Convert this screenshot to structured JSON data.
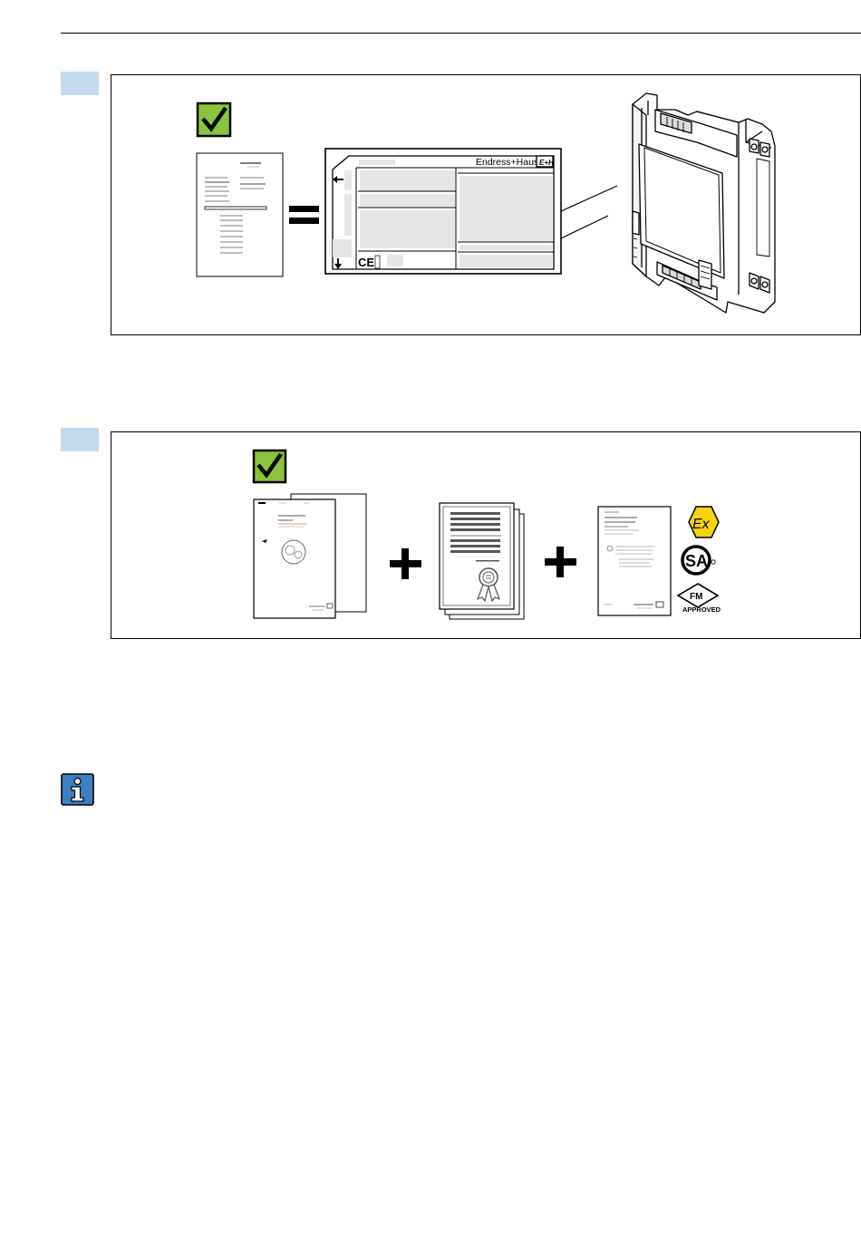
{
  "figure1": {
    "nameplate_brand": "Endress+Hauser",
    "logo_text": "E+H",
    "ce_mark": "CE",
    "icons": [
      "checkmark-icon",
      "document-icon",
      "equals-icon",
      "nameplate-icon",
      "arrow-left-icon",
      "arrow-down-icon",
      "ce-mark-icon",
      "device-icon"
    ]
  },
  "figure2": {
    "fm_label": "FM",
    "fm_approved": "APPROVED",
    "ex_label": "Ex",
    "csa_label": "SA",
    "icons": [
      "checkmark-icon",
      "operating-instructions-icon",
      "plus-icon",
      "certificate-icon",
      "safety-instructions-icon",
      "ex-logo-icon",
      "csa-logo-icon",
      "fm-approved-icon"
    ]
  },
  "note": {
    "icon": "info-icon"
  },
  "colors": {
    "marker": "#c4dbec",
    "check_green": "#8ac33e",
    "info_blue": "#3b7fc4"
  }
}
